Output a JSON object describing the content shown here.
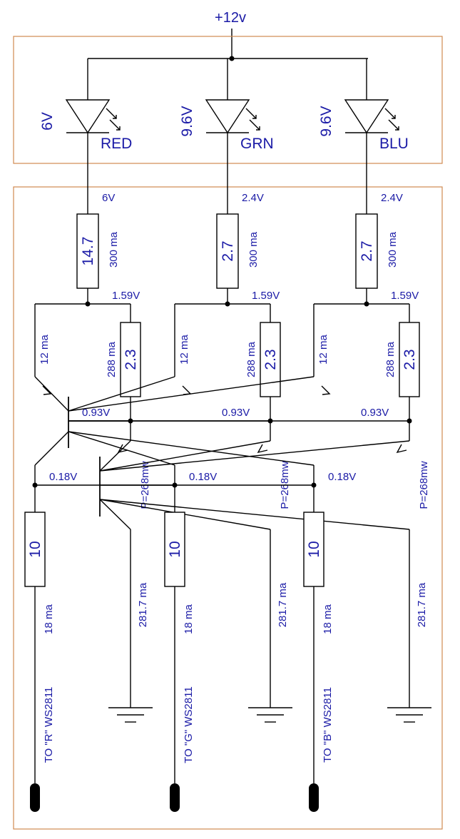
{
  "supply": "+12v",
  "channels": [
    {
      "id": "red",
      "led_vf": "6V",
      "led_name": "RED",
      "top_v": "6V",
      "r1_value": "14.7",
      "r1_current": "300 ma",
      "node_v": "1.59V",
      "q1_current": "12 ma",
      "rs_current": "288 ma",
      "rs_value": "2.3",
      "q1_v": "0.93V",
      "base_v": "0.18V",
      "power": "P=268mw",
      "rb_value": "10",
      "rb_current": "18 ma",
      "q2_current": "281.7 ma",
      "output": "TO \"R\"  WS2811"
    },
    {
      "id": "grn",
      "led_vf": "9.6V",
      "led_name": "GRN",
      "top_v": "2.4V",
      "r1_value": "2.7",
      "r1_current": "300 ma",
      "node_v": "1.59V",
      "q1_current": "12 ma",
      "rs_current": "288 ma",
      "rs_value": "2.3",
      "q1_v": "0.93V",
      "base_v": "0.18V",
      "power": "P=268mw",
      "rb_value": "10",
      "rb_current": "18 ma",
      "q2_current": "281.7 ma",
      "output": "TO \"G\"  WS2811"
    },
    {
      "id": "blu",
      "led_vf": "9.6V",
      "led_name": "BLU",
      "top_v": "2.4V",
      "r1_value": "2.7",
      "r1_current": "300 ma",
      "node_v": "1.59V",
      "q1_current": "12 ma",
      "rs_current": "288 ma",
      "rs_value": "2.3",
      "q1_v": "0.93V",
      "base_v": "0.18V",
      "power": "P=268mw",
      "rb_value": "10",
      "rb_current": "18 ma",
      "q2_current": "281.7 ma",
      "output": "TO \"B\"  WS2811"
    }
  ]
}
